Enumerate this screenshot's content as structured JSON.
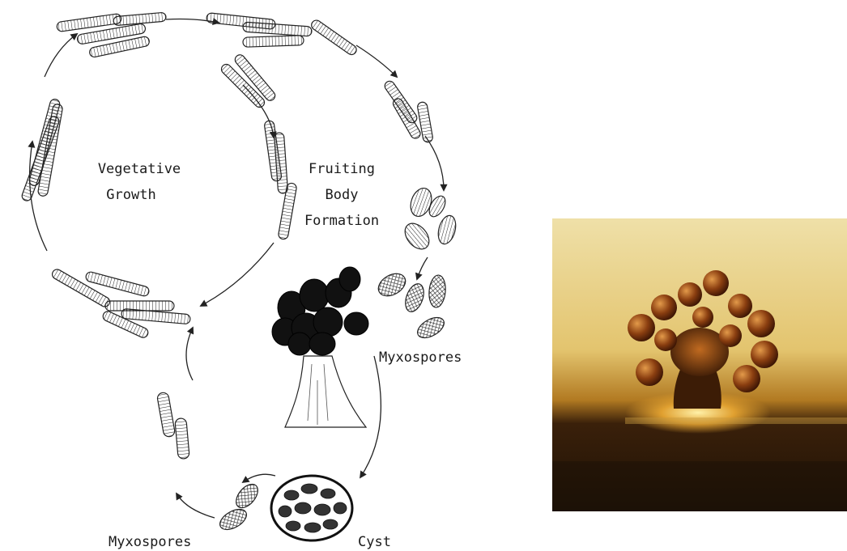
{
  "diagram": {
    "labels": {
      "vegetative_1": "Vegetative",
      "vegetative_2": "Growth",
      "fruiting_1": "Fruiting",
      "fruiting_2": "Body",
      "fruiting_3": "Formation",
      "myxospores_right": "Myxospores",
      "myxospores_bottom": "Myxospores",
      "cyst": "Cyst"
    }
  },
  "colors": {
    "ink": "#1a1a1a",
    "photo_sky": "#e9d28a",
    "photo_ground": "#2a1808",
    "spore_body": "#7a3a0e"
  }
}
